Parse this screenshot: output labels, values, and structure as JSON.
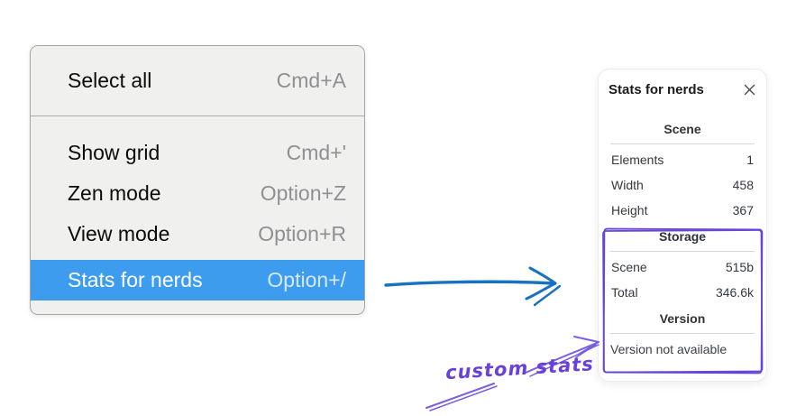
{
  "context_menu": {
    "items": [
      {
        "label": "Select all",
        "shortcut": "Cmd+A",
        "selected": false
      },
      {
        "label": "Show grid",
        "shortcut": "Cmd+'",
        "selected": false
      },
      {
        "label": "Zen mode",
        "shortcut": "Option+Z",
        "selected": false
      },
      {
        "label": "View mode",
        "shortcut": "Option+R",
        "selected": false
      },
      {
        "label": "Stats for nerds",
        "shortcut": "Option+/",
        "selected": true
      }
    ]
  },
  "stats_panel": {
    "title": "Stats for nerds",
    "sections": [
      {
        "heading": "Scene",
        "rows": [
          {
            "label": "Elements",
            "value": "1"
          },
          {
            "label": "Width",
            "value": "458"
          },
          {
            "label": "Height",
            "value": "367"
          }
        ]
      },
      {
        "heading": "Storage",
        "rows": [
          {
            "label": "Scene",
            "value": "515b"
          },
          {
            "label": "Total",
            "value": "346.6k"
          }
        ]
      },
      {
        "heading": "Version",
        "note": "Version not available"
      }
    ]
  },
  "annotation": {
    "label": "custom stats"
  },
  "colors": {
    "menu_highlight": "#3e9cee",
    "arrow_blue": "#1971c2",
    "annotation_purple": "#6741d9"
  }
}
